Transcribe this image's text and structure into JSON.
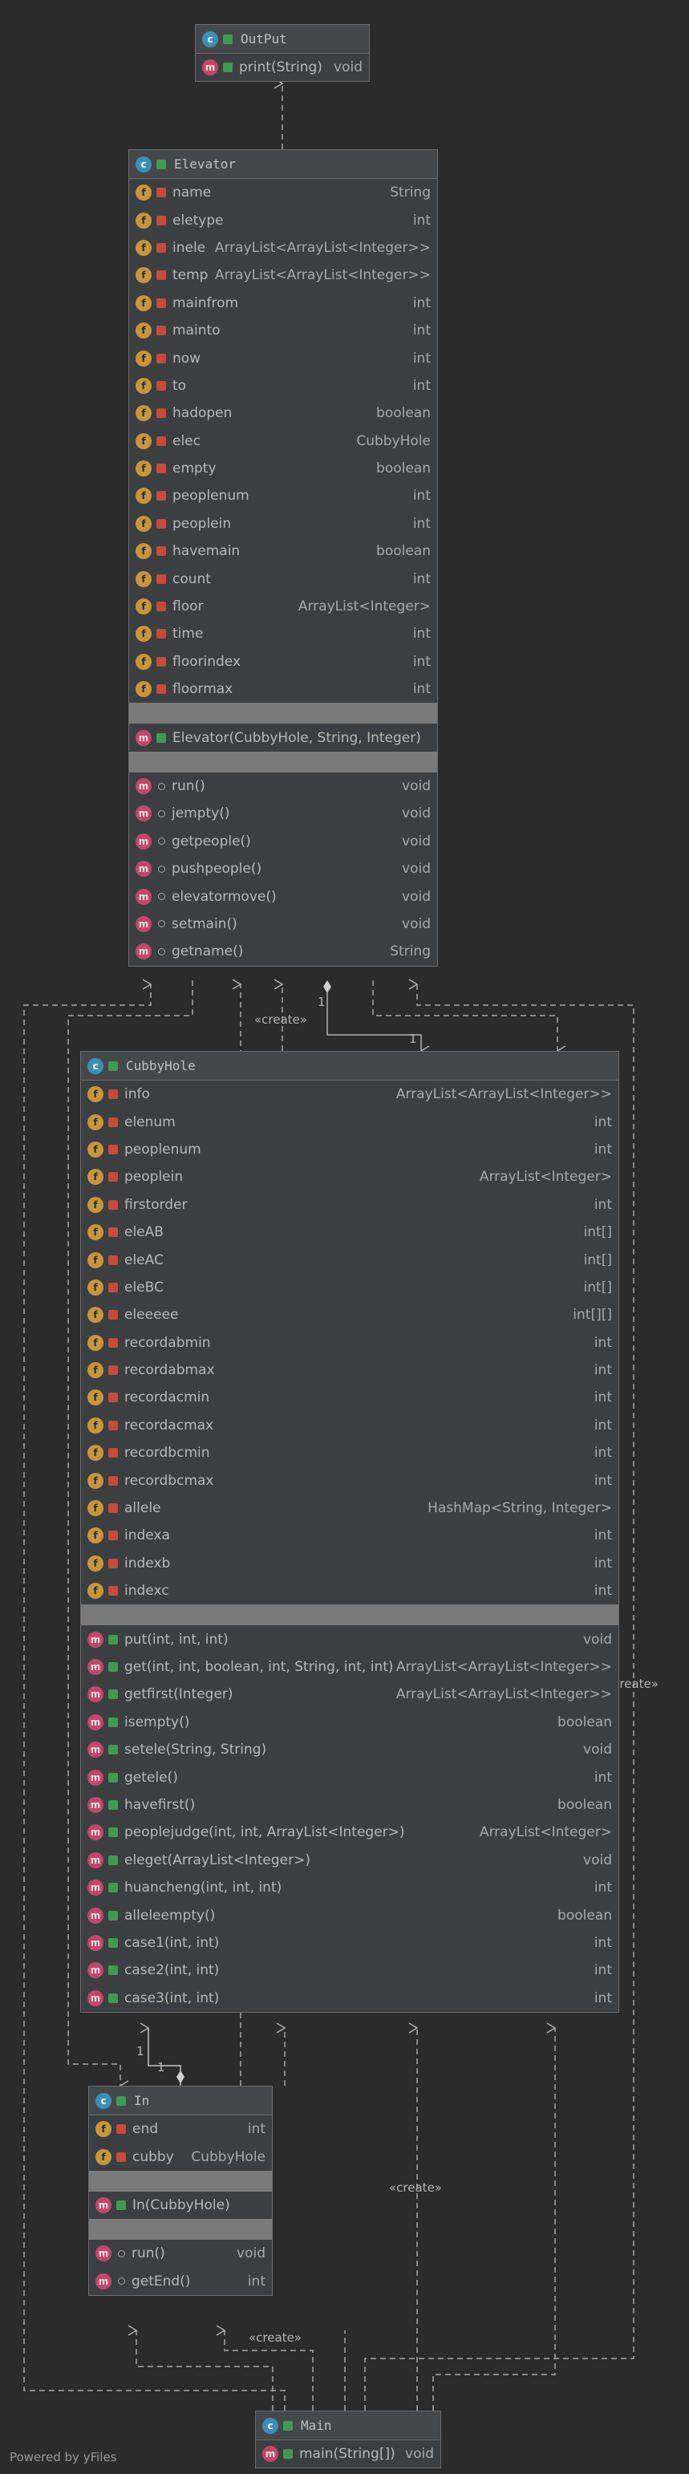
{
  "classes": {
    "output": {
      "name": "OutPut",
      "fields": [],
      "constructors": [],
      "methods": [
        {
          "name": "print(String)",
          "type": "void"
        }
      ]
    },
    "elevator": {
      "name": "Elevator",
      "fields": [
        {
          "name": "name",
          "type": "String"
        },
        {
          "name": "eletype",
          "type": "int"
        },
        {
          "name": "inele",
          "type": "ArrayList<ArrayList<Integer>>"
        },
        {
          "name": "temp",
          "type": "ArrayList<ArrayList<Integer>>"
        },
        {
          "name": "mainfrom",
          "type": "int"
        },
        {
          "name": "mainto",
          "type": "int"
        },
        {
          "name": "now",
          "type": "int"
        },
        {
          "name": "to",
          "type": "int"
        },
        {
          "name": "hadopen",
          "type": "boolean"
        },
        {
          "name": "elec",
          "type": "CubbyHole"
        },
        {
          "name": "empty",
          "type": "boolean"
        },
        {
          "name": "peoplenum",
          "type": "int"
        },
        {
          "name": "peoplein",
          "type": "int"
        },
        {
          "name": "havemain",
          "type": "boolean"
        },
        {
          "name": "count",
          "type": "int"
        },
        {
          "name": "floor",
          "type": "ArrayList<Integer>"
        },
        {
          "name": "time",
          "type": "int"
        },
        {
          "name": "floorindex",
          "type": "int"
        },
        {
          "name": "floormax",
          "type": "int"
        }
      ],
      "constructors": [
        {
          "name": "Elevator(CubbyHole, String, Integer)",
          "type": ""
        }
      ],
      "methods": [
        {
          "name": "run()",
          "type": "void"
        },
        {
          "name": "jempty()",
          "type": "void"
        },
        {
          "name": "getpeople()",
          "type": "void"
        },
        {
          "name": "pushpeople()",
          "type": "void"
        },
        {
          "name": "elevatormove()",
          "type": "void"
        },
        {
          "name": "setmain()",
          "type": "void"
        },
        {
          "name": "getname()",
          "type": "String"
        }
      ]
    },
    "cubbyhole": {
      "name": "CubbyHole",
      "fields": [
        {
          "name": "info",
          "type": "ArrayList<ArrayList<Integer>>"
        },
        {
          "name": "elenum",
          "type": "int"
        },
        {
          "name": "peoplenum",
          "type": "int"
        },
        {
          "name": "peoplein",
          "type": "ArrayList<Integer>"
        },
        {
          "name": "firstorder",
          "type": "int"
        },
        {
          "name": "eleAB",
          "type": "int[]"
        },
        {
          "name": "eleAC",
          "type": "int[]"
        },
        {
          "name": "eleBC",
          "type": "int[]"
        },
        {
          "name": "eleeeee",
          "type": "int[][]"
        },
        {
          "name": "recordabmin",
          "type": "int"
        },
        {
          "name": "recordabmax",
          "type": "int"
        },
        {
          "name": "recordacmin",
          "type": "int"
        },
        {
          "name": "recordacmax",
          "type": "int"
        },
        {
          "name": "recordbcmin",
          "type": "int"
        },
        {
          "name": "recordbcmax",
          "type": "int"
        },
        {
          "name": "allele",
          "type": "HashMap<String, Integer>"
        },
        {
          "name": "indexa",
          "type": "int"
        },
        {
          "name": "indexb",
          "type": "int"
        },
        {
          "name": "indexc",
          "type": "int"
        }
      ],
      "constructors": [],
      "methods": [
        {
          "name": "put(int, int, int)",
          "type": "void"
        },
        {
          "name": "get(int, int, boolean, int, String, int, int)",
          "type": "ArrayList<ArrayList<Integer>>"
        },
        {
          "name": "getfirst(Integer)",
          "type": "ArrayList<ArrayList<Integer>>"
        },
        {
          "name": "isempty()",
          "type": "boolean"
        },
        {
          "name": "setele(String, String)",
          "type": "void"
        },
        {
          "name": "getele()",
          "type": "int"
        },
        {
          "name": "havefirst()",
          "type": "boolean"
        },
        {
          "name": "peoplejudge(int, int, ArrayList<Integer>)",
          "type": "ArrayList<Integer>"
        },
        {
          "name": "eleget(ArrayList<Integer>)",
          "type": "void"
        },
        {
          "name": "huancheng(int, int, int)",
          "type": "int"
        },
        {
          "name": "alleleempty()",
          "type": "boolean"
        },
        {
          "name": "case1(int, int)",
          "type": "int"
        },
        {
          "name": "case2(int, int)",
          "type": "int"
        },
        {
          "name": "case3(int, int)",
          "type": "int"
        }
      ]
    },
    "in": {
      "name": "In",
      "fields": [
        {
          "name": "end",
          "type": "int"
        },
        {
          "name": "cubby",
          "type": "CubbyHole"
        }
      ],
      "constructors": [
        {
          "name": "In(CubbyHole)",
          "type": ""
        }
      ],
      "methods": [
        {
          "name": "run()",
          "type": "void"
        },
        {
          "name": "getEnd()",
          "type": "int"
        }
      ]
    },
    "main": {
      "name": "Main",
      "fields": [],
      "constructors": [],
      "methods": [
        {
          "name": "main(String[])",
          "type": "void"
        }
      ]
    }
  },
  "edge_labels": {
    "create_1": "«create»",
    "create_2": "«create»",
    "create_3": "«create»",
    "create_4": "«create»",
    "mult_1": "1",
    "mult_2": "1",
    "mult_3": "1",
    "mult_4": "1"
  },
  "footer": "Powered by yFiles"
}
